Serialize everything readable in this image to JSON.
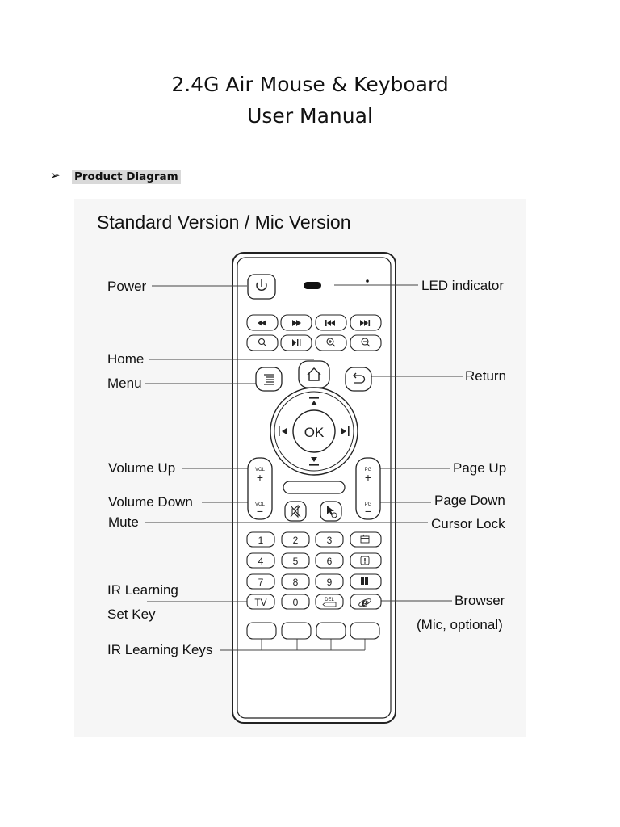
{
  "document": {
    "title_line1": "2.4G Air Mouse & Keyboard",
    "title_line2": "User Manual",
    "bullet_glyph": "➢",
    "section_heading": "Product Diagram"
  },
  "diagram": {
    "heading": "Standard Version / Mic Version",
    "labels": {
      "power": "Power",
      "led_indicator": "LED indicator",
      "home": "Home",
      "menu": "Menu",
      "return": "Return",
      "volume_up": "Volume Up",
      "volume_down": "Volume Down",
      "page_up": "Page Up",
      "page_down": "Page Down",
      "mute": "Mute",
      "cursor_lock": "Cursor Lock",
      "ir_learning": "IR Learning",
      "set_key": "Set Key",
      "browser": "Browser",
      "mic_optional": "(Mic, optional)",
      "ir_learning_keys": "IR Learning Keys"
    },
    "keys": {
      "ok": "OK",
      "vol": "VOL",
      "pg": "PG",
      "plus": "+",
      "minus": "−",
      "tv": "TV",
      "del": "DEL",
      "digits": [
        "1",
        "2",
        "3",
        "4",
        "5",
        "6",
        "7",
        "8",
        "9",
        "0"
      ]
    },
    "icons": [
      "power-icon",
      "rewind-icon",
      "fast-forward-icon",
      "previous-track-icon",
      "next-track-icon",
      "search-icon",
      "play-pause-icon",
      "zoom-in-icon",
      "zoom-out-icon",
      "menu-icon",
      "home-icon",
      "return-icon",
      "mute-icon",
      "cursor-lock-icon",
      "browser-icon"
    ]
  }
}
